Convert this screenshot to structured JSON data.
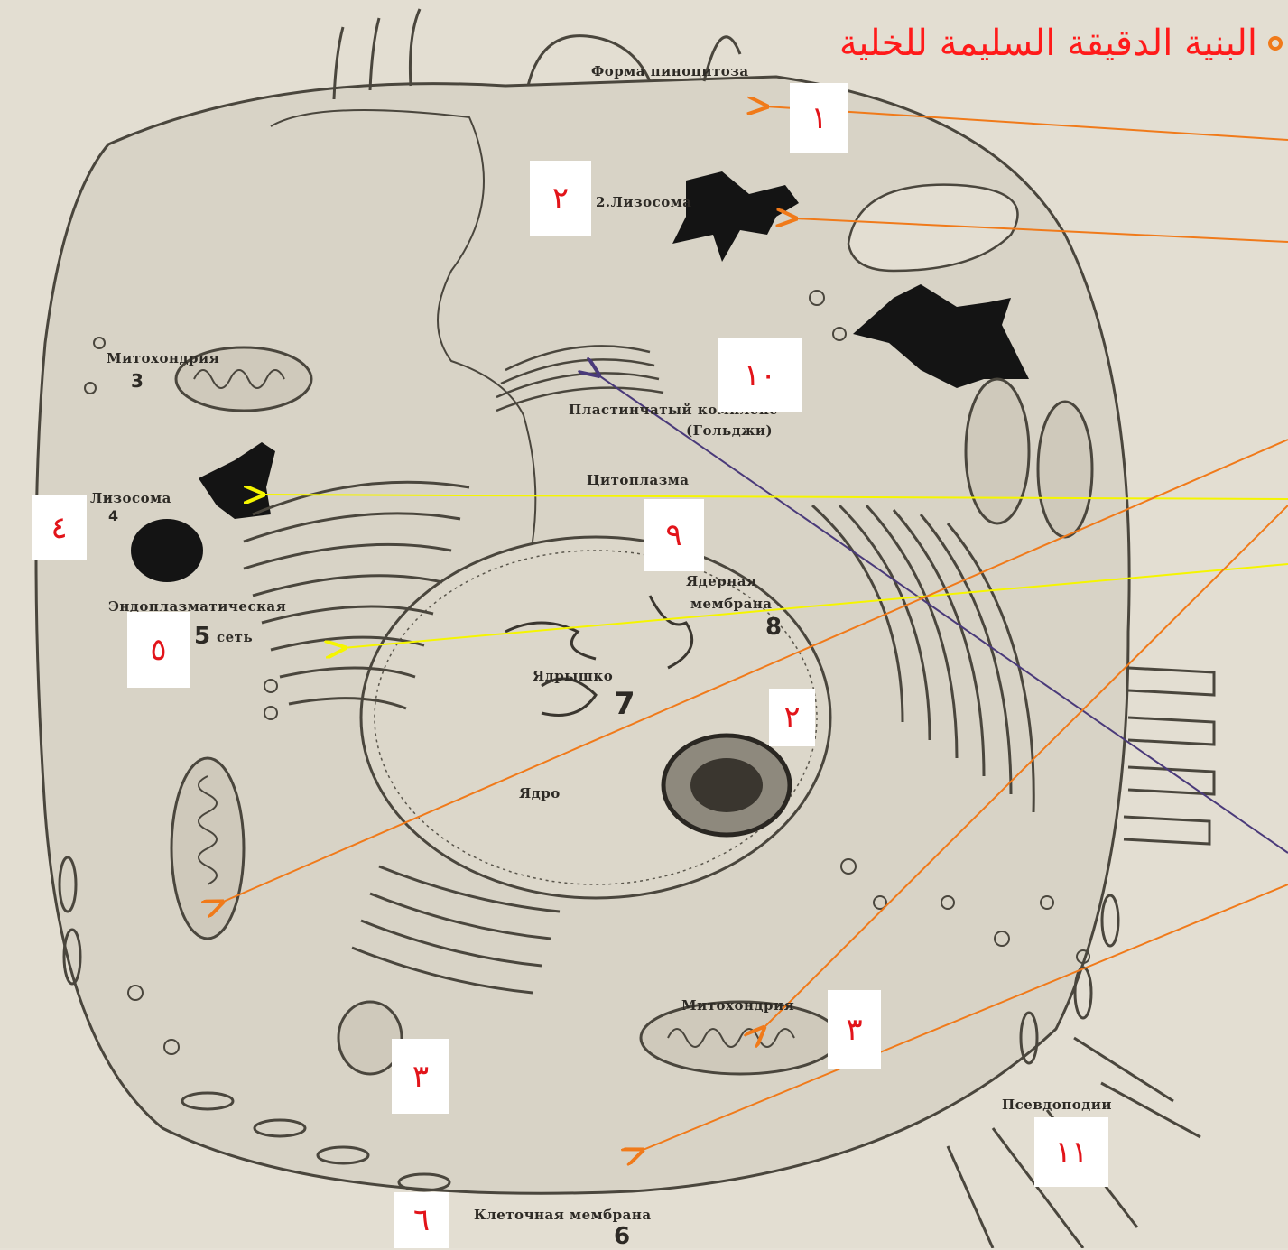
{
  "title": "البنية الدقيقة السليمة للخلية",
  "colors": {
    "title": "#ff1a1a",
    "bullet": "#f07a1a",
    "number_text": "#e2141a",
    "orange_arrow": "#f07a1a",
    "yellow_arrow": "#f5f500",
    "purple_arrow": "#4a3a7a",
    "cell_fill": "#d8d3c6",
    "ink": "#2d2a25"
  },
  "number_boxes": [
    "١",
    "٢",
    "١٠",
    "٤",
    "٩",
    "٥",
    "٢",
    "٣",
    "٣",
    "١١",
    "٦"
  ],
  "print_labels": {
    "pinocytosis": "Форма пиноцитоза",
    "lysosome_top": "2.Лизосома",
    "mitochondria_left": "Митохондрия",
    "mito_left_num": "3",
    "golgi": "Пластинчатый комплекс",
    "golgi_sub": "(Гольджи)",
    "cytoplasm": "Цитоплазма",
    "lysosome_left": "Лизосома",
    "lyso_left_num": "4",
    "er": "Эндоплазматическая",
    "er_net": "сеть",
    "er_num": "5",
    "nuclear_membrane": "Ядерная",
    "nuclear_membrane_2": "мембрана",
    "nm_num": "8",
    "nucleolus": "Ядрышко",
    "nucleolus_num": "7",
    "nucleus": "Ядро",
    "mitochondria_right": "Митохондрия",
    "pseudopodia": "Псевдоподии",
    "cell_membrane": "Клеточная мембрана",
    "cm_num": "6"
  }
}
